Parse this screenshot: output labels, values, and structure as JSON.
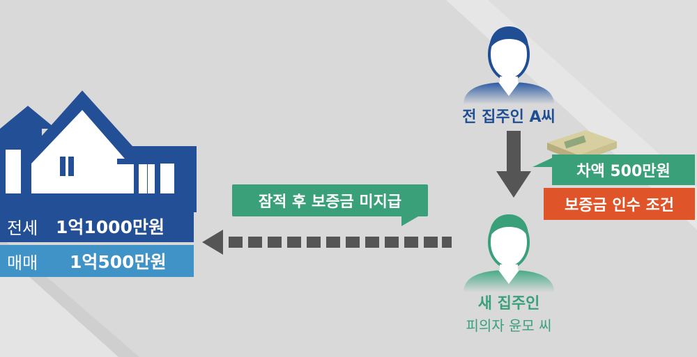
{
  "house": {
    "jeonse_label": "전세",
    "jeonse_value": "1억1000만원",
    "maemae_label": "매매",
    "maemae_value": "1억500만원"
  },
  "callout": {
    "text": "잠적 후 보증금 미지급"
  },
  "previous_owner": {
    "label": "전 집주인 A씨"
  },
  "new_owner": {
    "label": "새 집주인",
    "sublabel": "피의자 윤모 씨"
  },
  "transfer": {
    "difference": "차액 500만원",
    "condition": "보증금 인수 조건"
  },
  "colors": {
    "navy": "#234f97",
    "light_blue": "#3f93c6",
    "green": "#39a07a",
    "orange": "#e0542a",
    "gray_arrow": "#555555",
    "background": "#dcdcdc"
  }
}
